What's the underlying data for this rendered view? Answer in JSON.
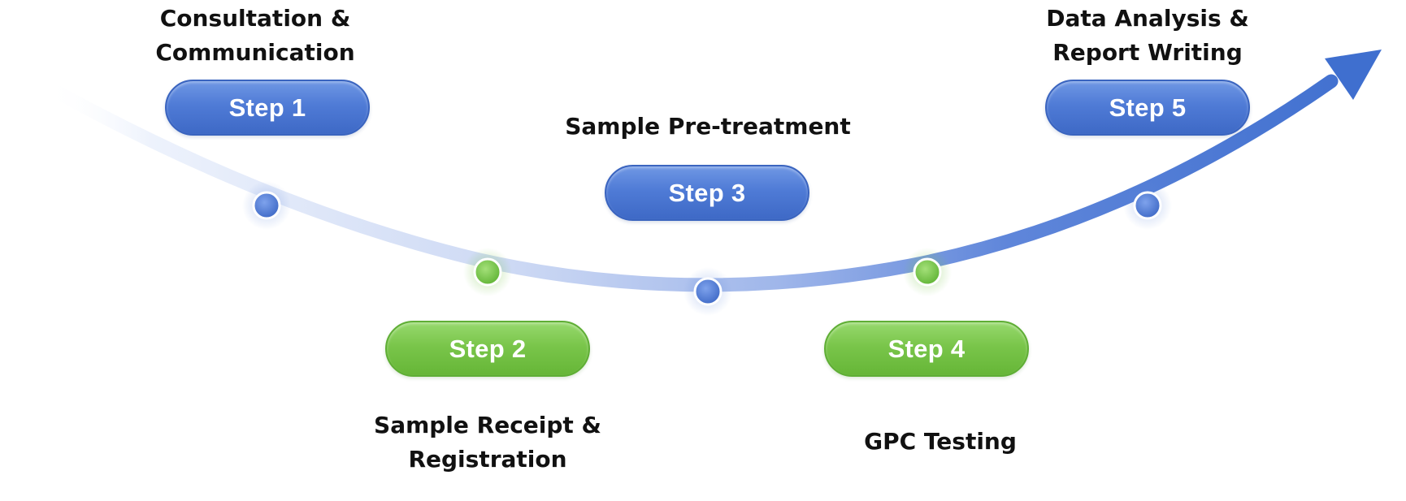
{
  "colors": {
    "blue": "#4f7bd6",
    "green": "#79c54a",
    "arrow": "#3f6fcf",
    "text": "#111111"
  },
  "steps": [
    {
      "label": "Step 1",
      "title_lines": [
        "Consultation &",
        "Communication"
      ],
      "color": "blue"
    },
    {
      "label": "Step 2",
      "title_lines": [
        "Sample Receipt &",
        "Registration"
      ],
      "color": "green"
    },
    {
      "label": "Step 3",
      "title_lines": [
        "Sample Pre-treatment"
      ],
      "color": "blue"
    },
    {
      "label": "Step 4",
      "title_lines": [
        "GPC Testing"
      ],
      "color": "green"
    },
    {
      "label": "Step 5",
      "title_lines": [
        "Data Analysis &",
        "Report Writing"
      ],
      "color": "blue"
    }
  ]
}
